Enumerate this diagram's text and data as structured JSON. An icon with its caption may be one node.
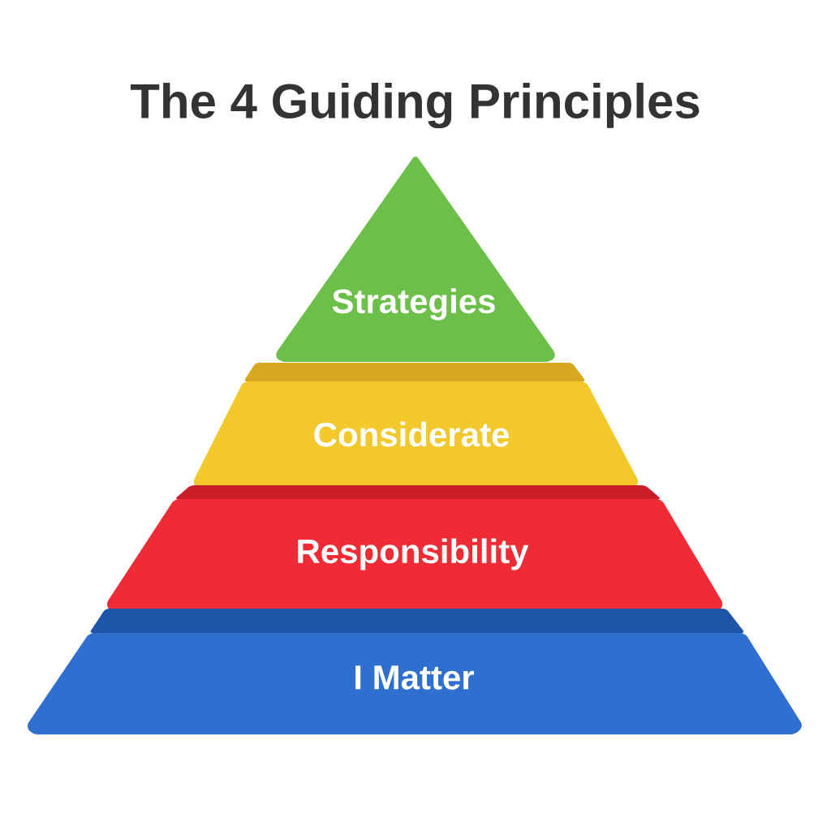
{
  "diagram": {
    "title": "The 4 Guiding Principles",
    "nodes": [
      {
        "text": [
          "Strategies"
        ]
      },
      {
        "text": [
          "Considerate"
        ]
      },
      {
        "text": [
          "Responsibility"
        ]
      },
      {
        "text": [
          "I Matter"
        ]
      }
    ]
  }
}
